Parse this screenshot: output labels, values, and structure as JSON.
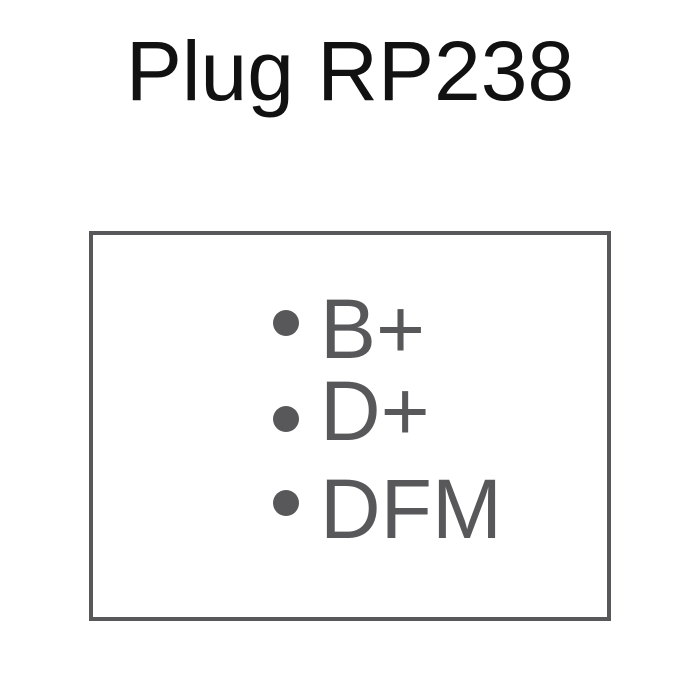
{
  "title": "Plug RP238",
  "pins": [
    {
      "label": "B+"
    },
    {
      "label": "D+"
    },
    {
      "label": "DFM"
    }
  ],
  "colors": {
    "title": "#111111",
    "box": "#58585a",
    "pin_text": "#58585a"
  }
}
